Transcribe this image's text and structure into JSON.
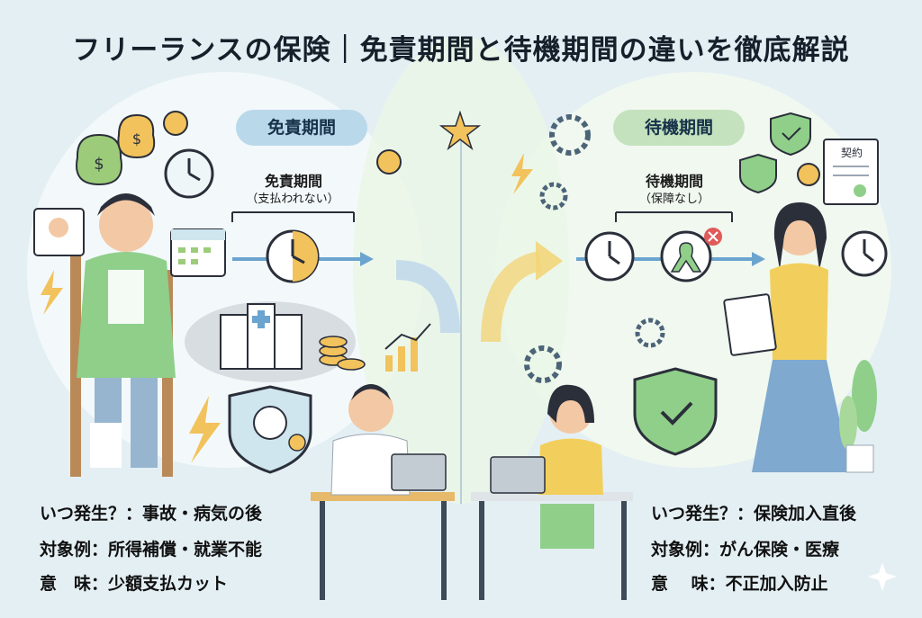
{
  "title": "フリーランスの保険｜免責期間と待機期間の違いを徹底解説",
  "left": {
    "badge": "免責期間",
    "timeline_label": "免責期間",
    "timeline_sublabel": "（支払われない）",
    "info": [
      "いつ発生？：事故・病気の後",
      "対象例：所得補償・就業不能",
      "意　味：少額支払カット"
    ]
  },
  "right": {
    "badge": "待機期間",
    "timeline_label": "待機期間",
    "timeline_sublabel": "（保障なし）",
    "info": [
      "いつ発生？：保険加入直後",
      "対象例：がん保険・医療",
      "意　 味：不正加入防止"
    ],
    "document_label": "契約"
  },
  "colors": {
    "background": "#e4eff4",
    "left_accent": "#b9d9ea",
    "right_accent": "#c4e2bd",
    "arrow": "#6ba4cf",
    "clock_fill": "#f2c25c"
  }
}
